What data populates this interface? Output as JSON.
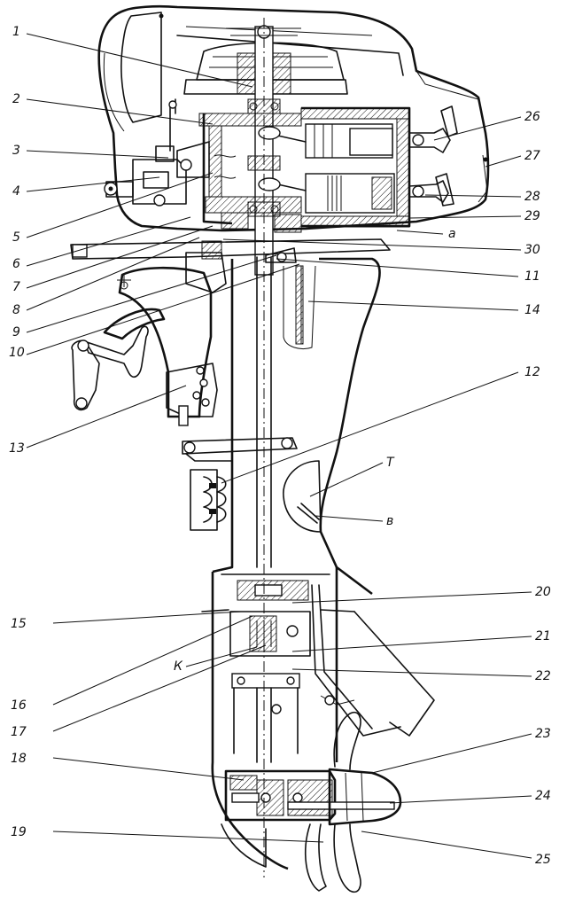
{
  "callouts": [
    {
      "id": "c1",
      "text": "1"
    },
    {
      "id": "c2",
      "text": "2"
    },
    {
      "id": "c3",
      "text": "3"
    },
    {
      "id": "c4",
      "text": "4"
    },
    {
      "id": "c5",
      "text": "5"
    },
    {
      "id": "c6",
      "text": "6"
    },
    {
      "id": "c7",
      "text": "7"
    },
    {
      "id": "c8",
      "text": "8"
    },
    {
      "id": "c9",
      "text": "9"
    },
    {
      "id": "c10",
      "text": "10"
    },
    {
      "id": "c11",
      "text": "11"
    },
    {
      "id": "c12",
      "text": "12"
    },
    {
      "id": "c13",
      "text": "13"
    },
    {
      "id": "c14",
      "text": "14"
    },
    {
      "id": "c15",
      "text": "15"
    },
    {
      "id": "c16",
      "text": "16"
    },
    {
      "id": "c17",
      "text": "17"
    },
    {
      "id": "c18",
      "text": "18"
    },
    {
      "id": "c19",
      "text": "19"
    },
    {
      "id": "c20",
      "text": "20"
    },
    {
      "id": "c21",
      "text": "21"
    },
    {
      "id": "c22",
      "text": "22"
    },
    {
      "id": "c23",
      "text": "23"
    },
    {
      "id": "c24",
      "text": "24"
    },
    {
      "id": "c25",
      "text": "25"
    },
    {
      "id": "c26",
      "text": "26"
    },
    {
      "id": "c27",
      "text": "27"
    },
    {
      "id": "c28",
      "text": "28"
    },
    {
      "id": "c29",
      "text": "29"
    },
    {
      "id": "c30",
      "text": "30"
    },
    {
      "id": "ca",
      "text": "a"
    },
    {
      "id": "cT",
      "text": "T"
    },
    {
      "id": "cB",
      "text": "в"
    },
    {
      "id": "cK",
      "text": "К"
    }
  ]
}
